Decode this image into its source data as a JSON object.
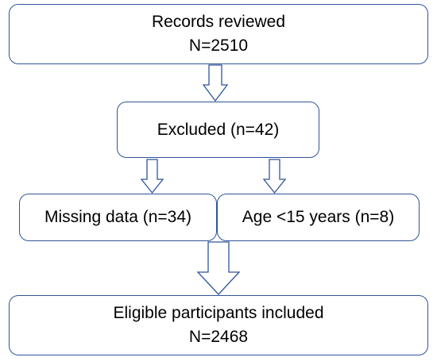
{
  "flowchart": {
    "records_reviewed": {
      "line1": "Records reviewed",
      "line2": "N=2510"
    },
    "excluded": {
      "line1": "Excluded (n=42)"
    },
    "missing_data": {
      "line1": "Missing data (n=34)"
    },
    "age_under_15": {
      "line1": "Age <15 years (n=8)"
    },
    "eligible_included": {
      "line1": "Eligible participants included",
      "line2": "N=2468"
    }
  },
  "colors": {
    "border": "#2f5597",
    "fill": "#ffffff",
    "text": "#000000"
  }
}
